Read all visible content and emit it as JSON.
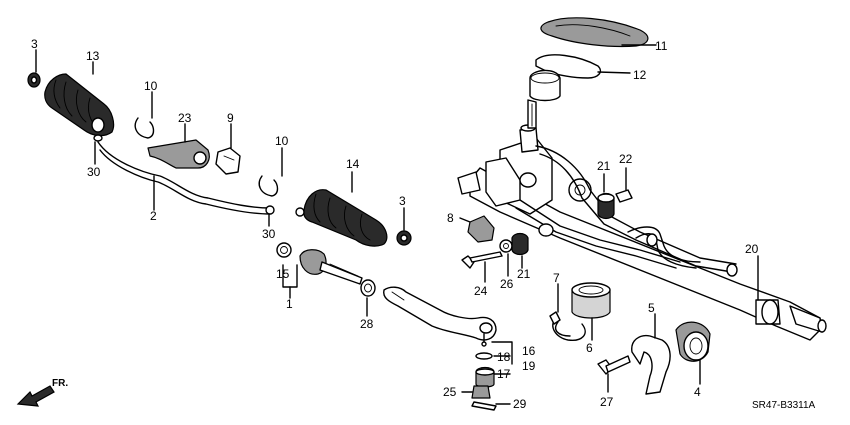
{
  "callouts": {
    "n1": "1",
    "n2": "2",
    "n3a": "3",
    "n3b": "3",
    "n4": "4",
    "n5": "5",
    "n6": "6",
    "n7": "7",
    "n8": "8",
    "n9": "9",
    "n10a": "10",
    "n10b": "10",
    "n11": "11",
    "n12": "12",
    "n13": "13",
    "n14": "14",
    "n15": "15",
    "n16": "16",
    "n17": "17",
    "n18": "18",
    "n19": "19",
    "n20": "20",
    "n21a": "21",
    "n21b": "21",
    "n22": "22",
    "n23": "23",
    "n24": "24",
    "n25": "25",
    "n26": "26",
    "n27": "27",
    "n28": "28",
    "n29": "29",
    "n30a": "30",
    "n30b": "30"
  },
  "front_label": "FR.",
  "diagram_code": "SR47-B3311A"
}
